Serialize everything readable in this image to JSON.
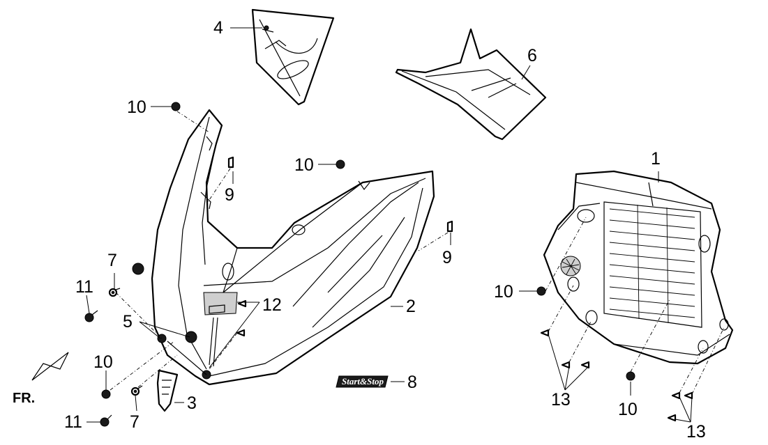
{
  "callouts": {
    "c1": "1",
    "c2": "2",
    "c3": "3",
    "c4": "4",
    "c5": "5",
    "c6": "6",
    "c7a": "7",
    "c7b": "7",
    "c8": "8",
    "c9a": "9",
    "c9b": "9",
    "c10a": "10",
    "c10b": "10",
    "c10c": "10",
    "c10d": "10",
    "c10e": "10",
    "c11a": "11",
    "c11b": "11",
    "c12": "12",
    "c13a": "13",
    "c13b": "13"
  },
  "front_marker": "FR.",
  "logo_text": "Start&Stop"
}
